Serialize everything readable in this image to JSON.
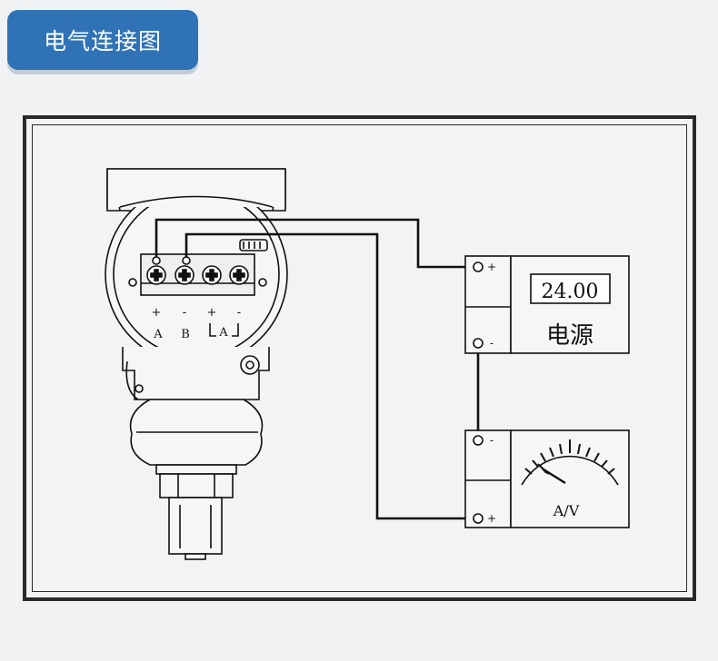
{
  "header": {
    "title": "电气连接图"
  },
  "transmitter": {
    "terminals": [
      {
        "polarity": "+",
        "label": "A"
      },
      {
        "polarity": "-",
        "label": "B"
      },
      {
        "polarity": "+",
        "label": ""
      },
      {
        "polarity": "-",
        "label": ""
      }
    ],
    "group_label": "A"
  },
  "power_supply": {
    "display_value": "24.00",
    "name": "电源",
    "terminal_pos": "+",
    "terminal_neg": "-"
  },
  "meter": {
    "name": "A/V",
    "terminal_neg": "-",
    "terminal_pos": "+"
  }
}
